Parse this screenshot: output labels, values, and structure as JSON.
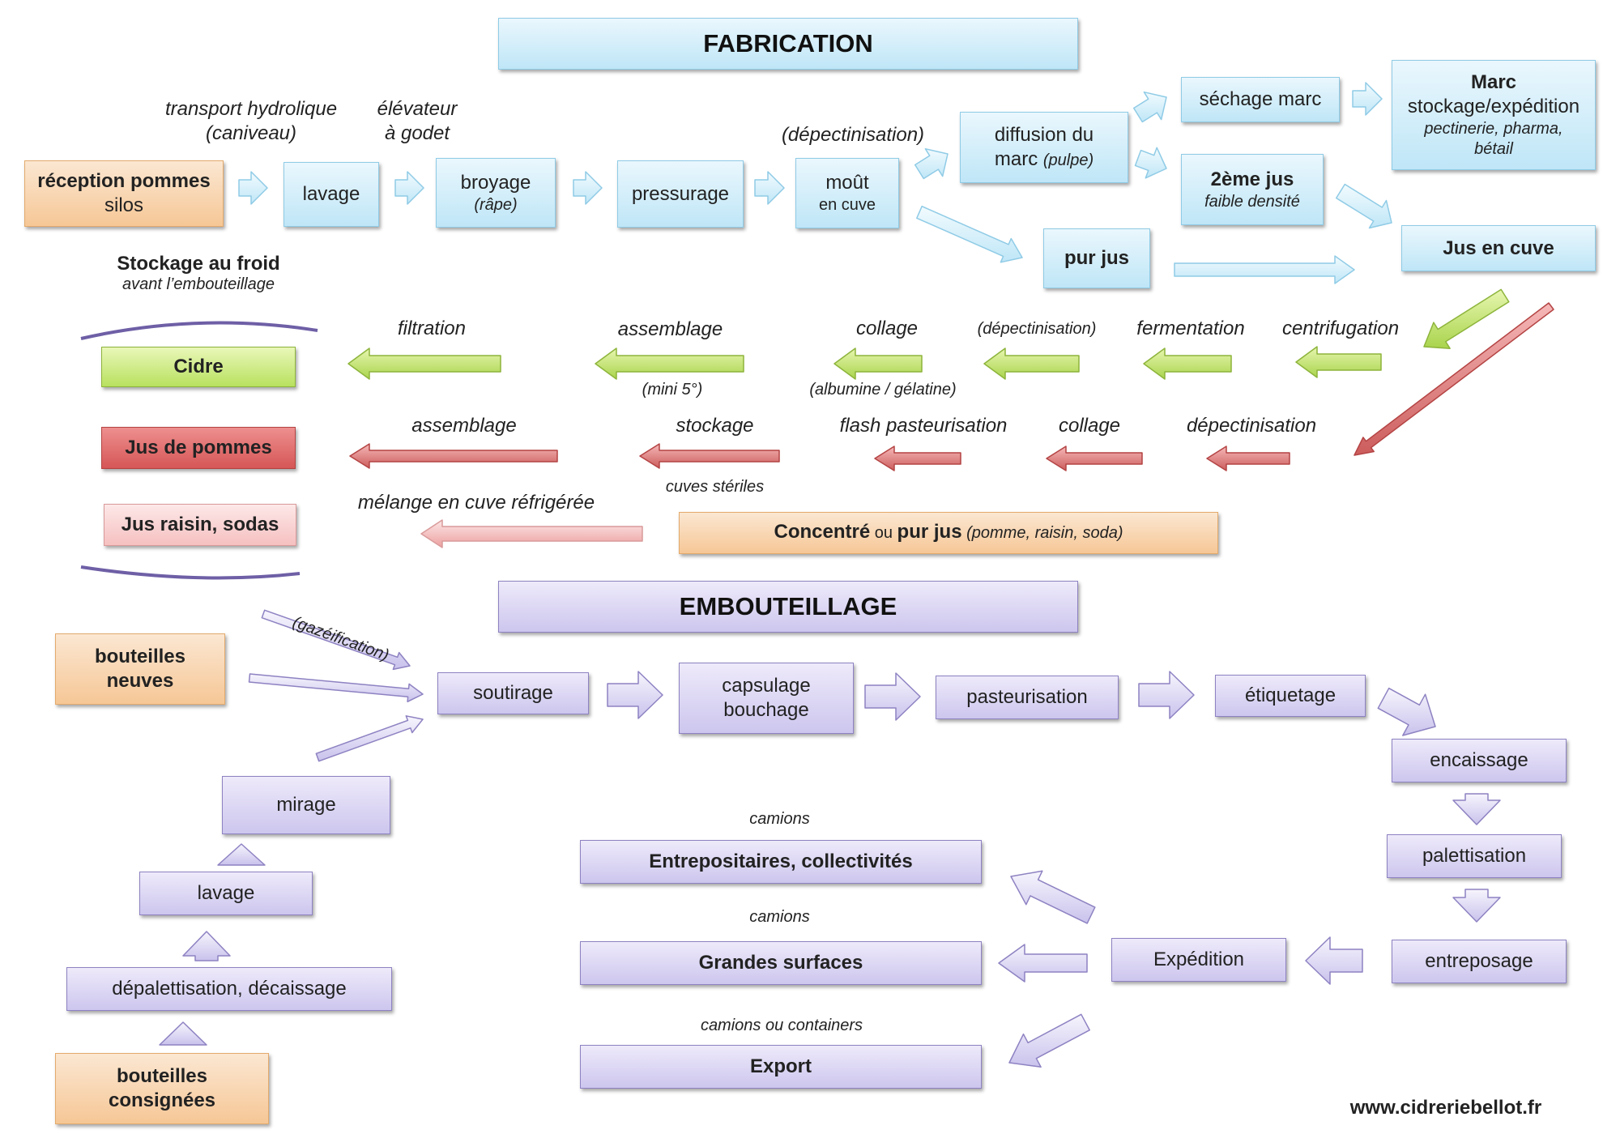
{
  "fabrication": {
    "title": "FABRICATION",
    "reception": {
      "line1": "réception pommes",
      "line2": "silos"
    },
    "lavage": "lavage",
    "broyage": {
      "line1": "broyage",
      "line2": "(râpe)"
    },
    "pressurage": "pressurage",
    "mout": {
      "line1": "moût",
      "line2": "en cuve"
    },
    "diffusion": {
      "line1": "diffusion du",
      "line2": "marc",
      "line2_note": "(pulpe)"
    },
    "sechage": "séchage marc",
    "marc": {
      "line1": "Marc",
      "line2": "stockage/expédition",
      "line3": "pectinerie, pharma,",
      "line4": "bétail"
    },
    "deuxieme_jus": {
      "line1": "2ème jus",
      "line2": "faible densité"
    },
    "pur_jus": "pur jus",
    "jus_en_cuve": "Jus en cuve",
    "labels": {
      "transport": {
        "line1": "transport hydrolique",
        "line2": "(caniveau)"
      },
      "elevateur": {
        "line1": "élévateur",
        "line2": "à godet"
      },
      "depectinisation_top": "(dépectinisation)"
    }
  },
  "stockage": {
    "title": "Stockage au froid",
    "subtitle": "avant l’embouteillage",
    "cidre": "Cidre",
    "jus_pommes": "Jus de pommes",
    "jus_raisin": "Jus raisin, sodas"
  },
  "cidre_line": {
    "centrifugation": "centrifugation",
    "fermentation": "fermentation",
    "depectinisation": "(dépectinisation)",
    "collage": "collage",
    "collage_note": "(albumine / gélatine)",
    "assemblage": "assemblage",
    "assemblage_note": "(mini 5°)",
    "filtration": "filtration"
  },
  "jus_line": {
    "depectinisation": "dépectinisation",
    "collage": "collage",
    "flash": "flash pasteurisation",
    "stockage": "stockage",
    "stockage_note": "cuves stériles",
    "assemblage": "assemblage"
  },
  "concentre": {
    "part1": "Concentré",
    "part2": " ou ",
    "part3": "pur jus",
    "part4": " (pomme, raisin, soda)",
    "melange": "mélange en cuve réfrigérée"
  },
  "embouteillage": {
    "title": "EMBOUTEILLAGE",
    "bouteilles_neuves": {
      "line1": "bouteilles",
      "line2": "neuves"
    },
    "gazeification": "(gazéification)",
    "soutirage": "soutirage",
    "capsulage": {
      "line1": "capsulage",
      "line2": "bouchage"
    },
    "pasteurisation": "pasteurisation",
    "etiquetage": "étiquetage",
    "encaissage": "encaissage",
    "palettisation": "palettisation",
    "entreposage": "entreposage",
    "expedition": "Expédition",
    "mirage": "mirage",
    "lavage": "lavage",
    "depalettisation": "dépalettisation, décaissage",
    "bouteilles_consignees": {
      "line1": "bouteilles",
      "line2": "consignées"
    }
  },
  "distribution": {
    "camions1": "camions",
    "entrepositaires": "Entrepositaires, collectivités",
    "camions2": "camions",
    "grandes_surfaces": "Grandes surfaces",
    "camions3": "camions ou containers",
    "export": "Export"
  },
  "website": "www.cidreriebellot.fr",
  "colors": {
    "blue": "#bfe6f7",
    "orange": "#f6c796",
    "purple": "#cdc6ee",
    "green": "#b9e15f",
    "red": "#d65656",
    "pink": "#f6c0c0"
  }
}
